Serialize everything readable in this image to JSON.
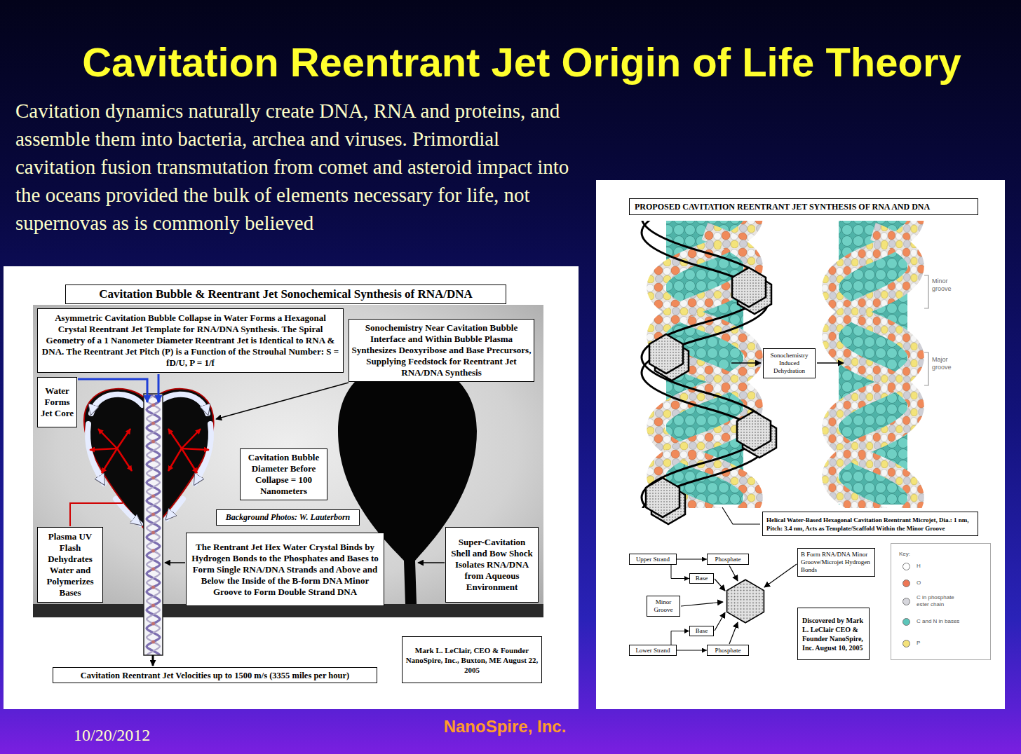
{
  "diagram": {
    "title": "Cavitation Reentrant Jet Origin of Life Theory",
    "nodes": [
      {
        "text": [
          "Cavitation Bubble & Reentrant Jet Sonochemical Synthesis of RNA/DNA"
        ]
      },
      {
        "text": [
          "Asymmetric Cavitation Bubble Collapse in Water Forms a Hexagonal Crystal Reentrant Jet Template for RNA/DNA Synthesis. The Spiral Geometry of a 1 Nanometer Diameter Reentrant Jet is Identical to RNA & DNA. The Reentrant Jet Pitch (P) is a Function of the Strouhal Number: S = fD/U, P = 1/f"
        ]
      },
      {
        "text": [
          "Sonochemistry Near Cavitation Bubble Interface and Within Bubble Plasma Synthesizes Deoxyribose and Base Precursors, Supplying Feedstock for Reentrant Jet RNA/DNA Synthesis"
        ]
      },
      {
        "text": [
          "Water Forms Jet Core"
        ]
      },
      {
        "text": [
          "Cavitation Bubble Diameter Before Collapse = 100 Nanometers"
        ]
      },
      {
        "text": [
          "Background Photos: W. Lauterborn"
        ]
      },
      {
        "text": [
          "Plasma UV Flash Dehydrates Water and Polymerizes Bases"
        ]
      },
      {
        "text": [
          "The Rentrant Jet Hex Water Crystal Binds by Hydrogen Bonds to the Phosphates and Bases to Form Single RNA/DNA Strands and Above and Below the Inside of the B-form DNA Minor Groove to Form Double Strand DNA"
        ]
      },
      {
        "text": [
          "Super-Cavitation Shell and Bow Shock Isolates RNA/DNA from Aqueous Environment"
        ]
      },
      {
        "text": [
          "Mark L. LeClair, CEO & Founder NanoSpire, Inc., Buxton, ME August 22, 2005"
        ]
      },
      {
        "text": [
          "Cavitation Reentrant Jet Velocities up to 1500 m/s (3355 miles per hour)"
        ]
      },
      {
        "text": [
          "PROPOSED CAVITATION REENTRANT JET SYNTHESIS OF RNA AND DNA"
        ]
      },
      {
        "text": [
          "Sonochemistry Induced Dehydration"
        ]
      },
      {
        "text": [
          "Helical Water-Based Hexagonal Cavitation Reentrant Microjet, Dia.: 1 nm, Pitch: 3.4 nm, Acts as Template/Scaffold Within the Minor Groove"
        ]
      },
      {
        "text": [
          "Upper Strand"
        ]
      },
      {
        "text": [
          "Phosphate"
        ]
      },
      {
        "text": [
          "B Form RNA/DNA Minor Groove/Microjet Hydrogen Bonds"
        ]
      },
      {
        "text": [
          "Base"
        ]
      },
      {
        "text": [
          "Minor Groove"
        ]
      },
      {
        "text": [
          "Discovered by Mark L. LeClair CEO & Founder NanoSpire, Inc. August 10, 2005"
        ]
      },
      {
        "text": [
          "Base"
        ]
      },
      {
        "text": [
          "Lower Strand"
        ]
      },
      {
        "text": [
          "Phosphate"
        ]
      }
    ],
    "edges": [
      {
        "from": 14,
        "to": 15,
        "arrow": "to"
      },
      {
        "from": 14,
        "to": 17,
        "arrow": "to"
      },
      {
        "from": 21,
        "to": 20,
        "arrow": "to"
      },
      {
        "from": 21,
        "to": 22,
        "arrow": "to"
      }
    ],
    "labels": [
      "Cavitation dynamics naturally create DNA, RNA and proteins, and assemble them into bacteria, archea and viruses. Primordial cavitation fusion transmutation from comet and asteroid impact into the oceans provided the bulk of elements necessary for life, not supernovas as is commonly believed",
      "Minor groove",
      "Major groove",
      "Key:",
      "10/20/2012",
      "NanoSpire, Inc."
    ],
    "legend": [
      {
        "text": "H",
        "color": "#ffffff"
      },
      {
        "text": "O",
        "color": "#ee7755"
      },
      {
        "text": "C in phosphate ester chain",
        "color": "#d6d6dc"
      },
      {
        "text": "C and N in bases",
        "color": "#5cc6ba"
      },
      {
        "text": "P",
        "color": "#f4e27a"
      }
    ]
  }
}
